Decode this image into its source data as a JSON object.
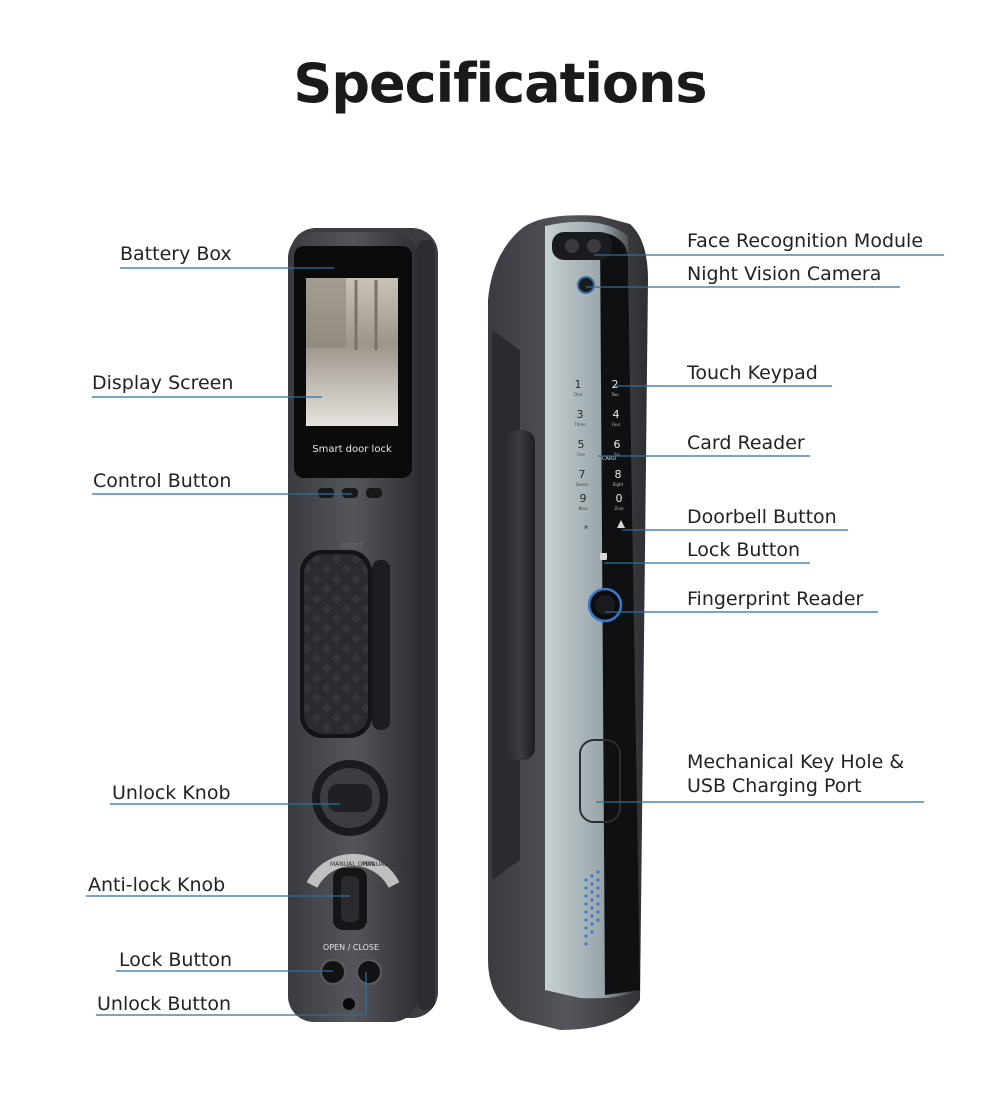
{
  "page": {
    "title": "Specifications"
  },
  "screen": {
    "text": "Smart door lock"
  },
  "front_panel": {
    "open_close_text": "OPEN / CLOSE",
    "reset_text": "RESET",
    "manual_open_text": "MANUAL OPEN",
    "manual_close_text": "MANUAL CLOSE"
  },
  "keypad": {
    "keys": [
      {
        "num": "1",
        "word": "One"
      },
      {
        "num": "2",
        "word": "Two"
      },
      {
        "num": "3",
        "word": "Three"
      },
      {
        "num": "4",
        "word": "Four"
      },
      {
        "num": "5",
        "word": "Five"
      },
      {
        "num": "6",
        "word": "Six"
      },
      {
        "num": "7",
        "word": "Seven"
      },
      {
        "num": "8",
        "word": "Eight"
      },
      {
        "num": "9",
        "word": "Nine"
      },
      {
        "num": "0",
        "word": "Zero"
      }
    ],
    "card_text": "CARD",
    "star": "*"
  },
  "left_labels": {
    "battery_box": "Battery Box",
    "display_screen": "Display Screen",
    "control_button": "Control Button",
    "unlock_knob": "Unlock Knob",
    "anti_lock_knob": "Anti-lock Knob",
    "lock_button": "Lock Button",
    "unlock_button": "Unlock Button"
  },
  "right_labels": {
    "face_recognition": "Face Recognition Module",
    "night_vision": "Night Vision Camera",
    "touch_keypad": "Touch Keypad",
    "card_reader": "Card Reader",
    "doorbell_button": "Doorbell Button",
    "lock_button": "Lock Button",
    "fingerprint_reader": "Fingerprint Reader",
    "key_hole_line1": "Mechanical Key Hole &",
    "key_hole_line2": "USB Charging Port"
  },
  "colors": {
    "callout_line": "#2a6f9e",
    "lock_body": "#4a4b50",
    "glass_panel": "#a9b4b8"
  }
}
